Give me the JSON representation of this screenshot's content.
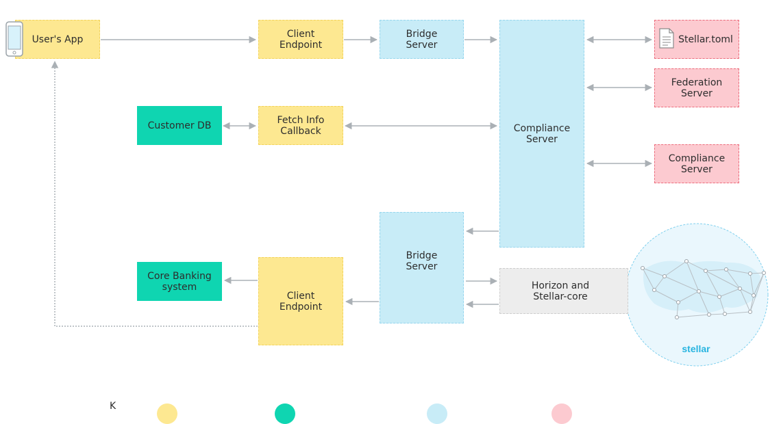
{
  "colors": {
    "yellow": "#fde891",
    "teal": "#0fd5b1",
    "blue": "#c8ecf7",
    "pink": "#fccad0",
    "grey": "#ededed",
    "arrow": "#aab0b5",
    "stellar_blue": "#27b4e0"
  },
  "nodes": {
    "users_app": "User's App",
    "client_endpoint_top": "Client\nEndpoint",
    "bridge_server_top": "Bridge\nServer",
    "compliance_server": "Compliance\nServer",
    "stellar_toml": "Stellar.toml",
    "federation_server": "Federation\nServer",
    "compliance_server_remote": "Compliance\nServer",
    "customer_db": "Customer DB",
    "fetch_info_callback": "Fetch Info\nCallback",
    "bridge_server_bottom": "Bridge\nServer",
    "horizon_core": "Horizon and\nStellar-core",
    "core_banking": "Core Banking\nsystem",
    "client_endpoint_bottom": "Client\nEndpoint",
    "stellar_network": "stellar"
  },
  "legend": {
    "key_label": "K",
    "swatches": [
      "yellow",
      "teal",
      "blue",
      "pink"
    ]
  },
  "icons": [
    "phone-icon",
    "document-icon",
    "stellar-globe-icon"
  ]
}
